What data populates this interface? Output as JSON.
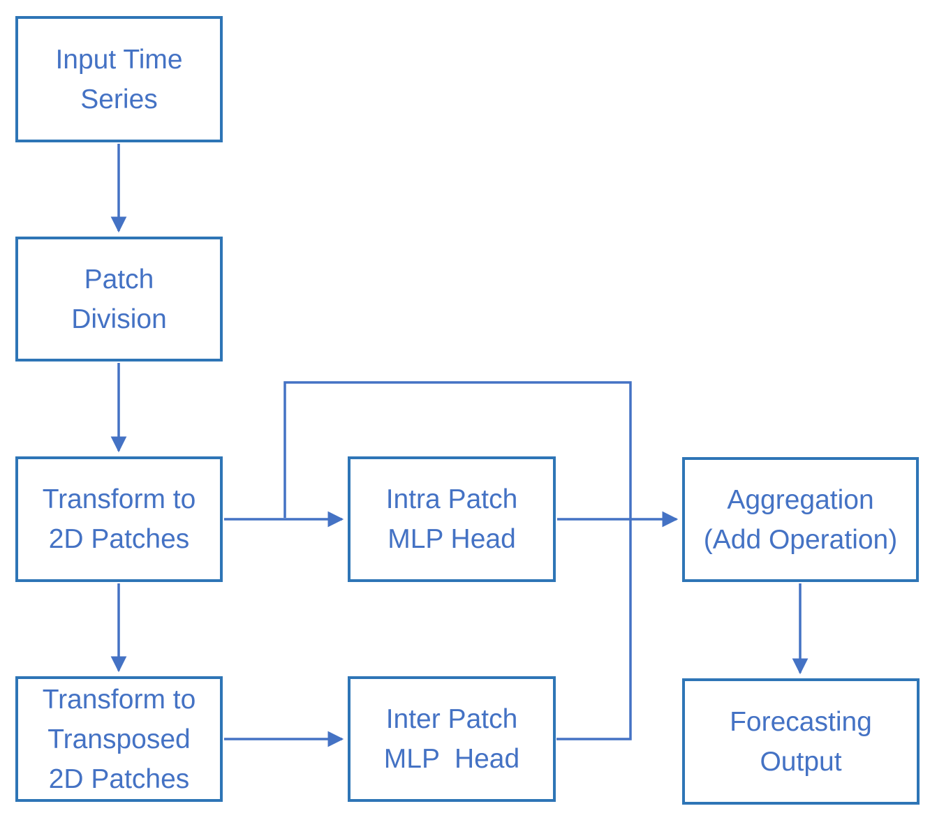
{
  "diagram": {
    "background": "#FFFFFF",
    "colors": {
      "box_border": "#2E75B6",
      "box_fill": "#FFFFFF",
      "label_text": "#4472C4",
      "connector": "#4472C4"
    },
    "nodes": [
      {
        "id": "input-time-series",
        "label": "Input Time\nSeries"
      },
      {
        "id": "patch-division",
        "label": "Patch\nDivision"
      },
      {
        "id": "transform-2d-patches",
        "label": "Transform to\n2D Patches"
      },
      {
        "id": "transform-transposed-2d-patches",
        "label": "Transform to\nTransposed\n2D Patches"
      },
      {
        "id": "intra-patch-mlp-head",
        "label": "Intra Patch\nMLP Head"
      },
      {
        "id": "inter-patch-mlp-head",
        "label": "Inter Patch\nMLP  Head"
      },
      {
        "id": "aggregation-add-operation",
        "label": "Aggregation\n(Add Operation)"
      },
      {
        "id": "forecasting-output",
        "label": "Forecasting\nOutput"
      }
    ],
    "edges": [
      {
        "from": "input-time-series",
        "to": "patch-division",
        "arrowhead": true
      },
      {
        "from": "patch-division",
        "to": "transform-2d-patches",
        "arrowhead": true
      },
      {
        "from": "transform-2d-patches",
        "to": "transform-transposed-2d-patches",
        "arrowhead": true
      },
      {
        "from": "transform-2d-patches",
        "to": "intra-patch-mlp-head",
        "arrowhead": true
      },
      {
        "from": "transform-transposed-2d-patches",
        "to": "inter-patch-mlp-head",
        "arrowhead": true
      },
      {
        "from": "intra-patch-mlp-head",
        "to": "aggregation-add-operation",
        "arrowhead": true
      },
      {
        "from": "aggregation-add-operation",
        "to": "forecasting-output",
        "arrowhead": true
      },
      {
        "from": "inter-patch-mlp-head",
        "to": "transform-2d-patches-intra-junction",
        "arrowhead": false,
        "route": "right-up-over-down bridge line"
      }
    ]
  }
}
